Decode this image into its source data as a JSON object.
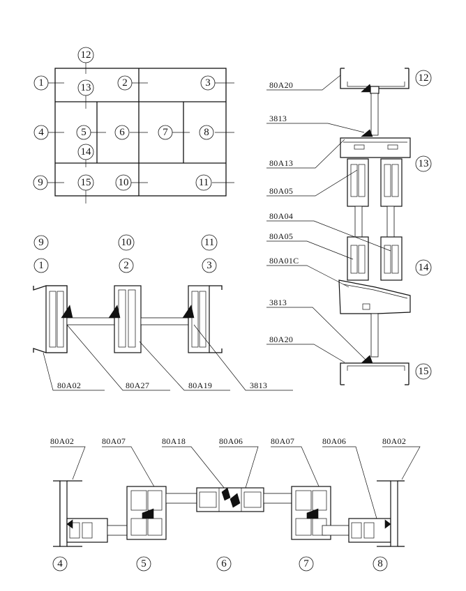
{
  "callouts": {
    "c1": "1",
    "c2": "2",
    "c3": "3",
    "c4": "4",
    "c5": "5",
    "c6": "6",
    "c7": "7",
    "c8": "8",
    "c9": "9",
    "c10": "10",
    "c11": "11",
    "c12": "12",
    "c13": "13",
    "c14": "14",
    "c15": "15"
  },
  "profile_codes": {
    "p80A20": "80A20",
    "p3813": "3813",
    "p80A13": "80A13",
    "p80A05": "80A05",
    "p80A04": "80A04",
    "p80A01C": "80A01C",
    "p80A02": "80A02",
    "p80A27": "80A27",
    "p80A19": "80A19",
    "p80A07": "80A07",
    "p80A18": "80A18",
    "p80A06": "80A06"
  }
}
